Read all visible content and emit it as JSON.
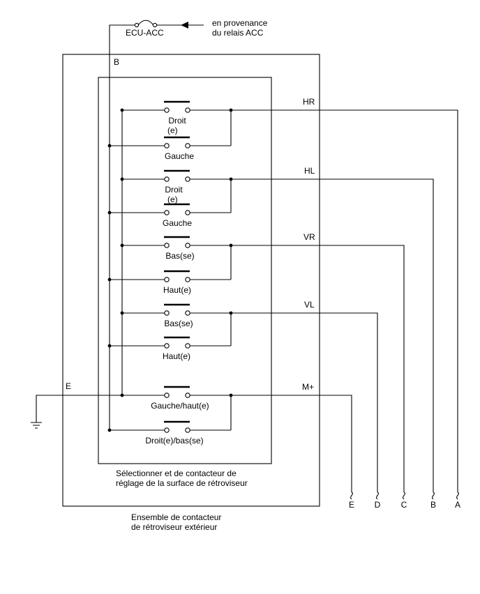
{
  "fuse_label": "ECU-ACC",
  "source_lines": [
    "en provenance",
    "du relais ACC"
  ],
  "terminal_b": "B",
  "terminal_e": "E",
  "switches": [
    {
      "label": "Droit",
      "sub": "(e)"
    },
    {
      "label": "Gauche"
    },
    {
      "label": "Droit",
      "sub": "(e)"
    },
    {
      "label": "Gauche"
    },
    {
      "label": "Bas(se)"
    },
    {
      "label": "Haut(e)"
    },
    {
      "label": "Bas(se)"
    },
    {
      "label": "Haut(e)"
    },
    {
      "label": "Gauche/haut(e)"
    },
    {
      "label": "Droit(e)/bas(se)"
    }
  ],
  "outputs": [
    "HR",
    "HL",
    "VR",
    "VL",
    "M+"
  ],
  "inner_caption": [
    "Sélectionner et de contacteur de",
    "réglage de la surface de rétroviseur"
  ],
  "outer_caption": [
    "Ensemble de contacteur",
    "de rétroviseur extérieur"
  ],
  "connector_pins": [
    "A",
    "B",
    "C",
    "D",
    "E"
  ]
}
